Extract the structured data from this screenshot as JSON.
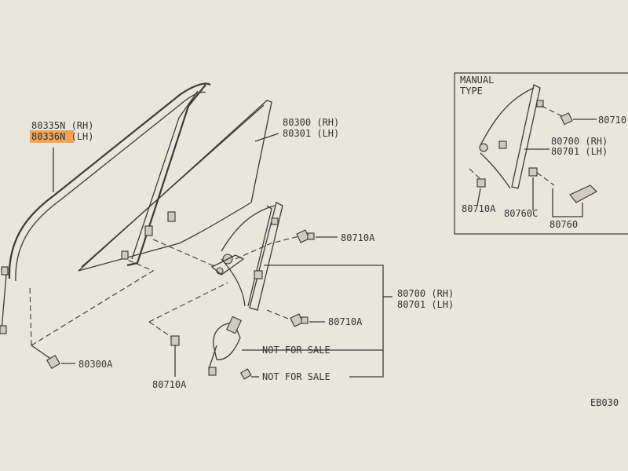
{
  "labels": {
    "regulator_glass_rh": "80335N (RH)",
    "regulator_glass_lh": "80336N (LH)",
    "door_glass_rh": "80300 (RH)",
    "door_glass_lh": "80301 (LH)",
    "glass_bolt": "80300A",
    "regulator_bolt_upper": "80710A",
    "regulator_bolt_mid": "80710A",
    "regulator_bolt_lower": "80710A",
    "regulator_rh": "80700 (RH)",
    "regulator_lh": "80701 (LH)",
    "motor_note": "NOT FOR SALE",
    "motor_screw_note": "NOT FOR SALE",
    "inset_title_1": "MANUAL",
    "inset_title_2": "TYPE",
    "inset_bolt": "80710",
    "inset_regulator_rh": "80700 (RH)",
    "inset_regulator_lh": "80701 (LH)",
    "inset_regulator_bolt": "80710A",
    "inset_washer": "80760C",
    "inset_handle": "80760",
    "figure_code": "EB030"
  },
  "colors": {
    "paper": "#e9e6dc",
    "ink": "#3a3a3a",
    "highlight": "#f0a45a"
  }
}
